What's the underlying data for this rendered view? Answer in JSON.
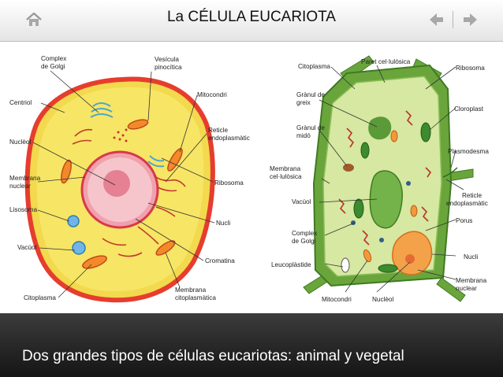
{
  "header": {
    "title": "La CÉLULA EUCARIOTA",
    "home_icon": "home-icon",
    "back_icon": "back-arrow-icon",
    "forward_icon": "forward-arrow-icon"
  },
  "animal_cell_labels": {
    "complex_golgi_1": "Complex",
    "complex_golgi_2": "de Golgi",
    "centriol": "Centriol",
    "nucleol": "Nuclèol",
    "membrana_nuclear_1": "Membrana",
    "membrana_nuclear_2": "nuclear",
    "lisosoma": "Lisosoma",
    "vacuol": "Vacúol",
    "citoplasma": "Citoplasma",
    "vesicula_1": "Vesícula",
    "vesicula_2": "pinocítica",
    "mitocondri": "Mitocondri",
    "reticle_1": "Reticle",
    "reticle_2": "endoplasmàtic",
    "ribosoma": "Ribosoma",
    "nucli": "Nucli",
    "cromatina": "Cromatina",
    "membrana_cito_1": "Membrana",
    "membrana_cito_2": "citoplasmàtica"
  },
  "plant_cell_labels": {
    "citoplasma": "Citoplasma",
    "paret": "Paret cel·lulòsica",
    "granul_greix_1": "Grànul de",
    "granul_greix_2": "greix",
    "granul_mido_1": "Grànul de",
    "granul_mido_2": "midó",
    "membrana_cel_1": "Membrana",
    "membrana_cel_2": "cel·lulòsica",
    "vacuol": "Vacúol",
    "complex_golgi_1": "Complex",
    "complex_golgi_2": "de Golgi",
    "leucoplastide": "Leucoplàstide",
    "mitocondri": "Mitocondri",
    "nucleol": "Nuclèol",
    "ribosoma": "Ribosoma",
    "cloroplast": "Cloroplast",
    "plasmodesma": "Plasmodesma",
    "reticle_1": "Reticle",
    "reticle_2": "endoplasmàtic",
    "porus": "Porus",
    "nucli": "Nucli",
    "membrana_nuclear_1": "Membrana",
    "membrana_nuclear_2": "nuclear"
  },
  "caption": {
    "text": "Dos grandes tipos de células eucariotas: animal y vegetal"
  },
  "colors": {
    "cytoplasm": "#f7e25a",
    "membrane": "#e63d2e",
    "nucleus": "#f2a5b0",
    "plant_wall": "#6aa53c",
    "plant_inner": "#d7e9a3",
    "caption_bg": "#1c1c1c"
  }
}
